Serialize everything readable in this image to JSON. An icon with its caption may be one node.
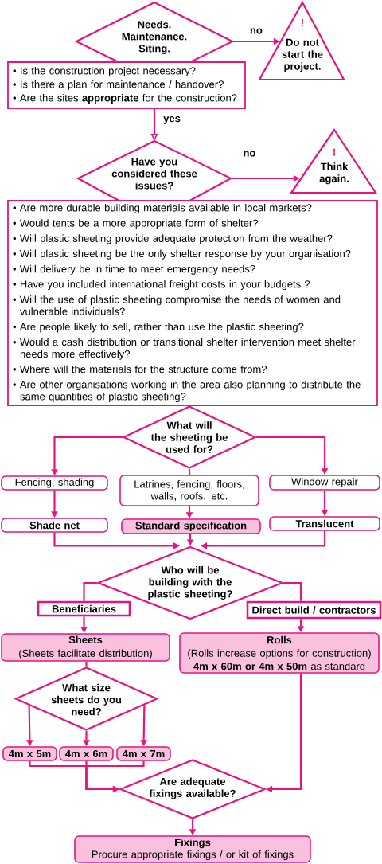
{
  "diagram": {
    "nodes": [
      {
        "text": [
          "Needs. Maintenance. Siting."
        ]
      },
      {
        "text": [
          "• Is the construction project necessary?",
          "• Is there a plan for maintenance / handover?",
          "• Are the sites **appropriate** for the construction?"
        ]
      },
      {
        "text": [
          "!",
          "Do not start the project."
        ]
      },
      {
        "text": [
          "Have you considered these issues?"
        ]
      },
      {
        "text": [
          "• Are more durable building materials available in local markets?",
          "• Would tents be a more appropriate form of shelter?",
          "• Will plastic sheeting provide adequate protection from the weather?",
          "• Will plastic sheeting be the only shelter response by your organisation?",
          "• Will delivery be in time to meet emergency needs?",
          "• Have you included international freight costs in your budgets ?",
          "• Will the use of plastic sheeting compromise the needs of women and vulnerable individuals?",
          "• Are people likely to sell, rather than use the plastic sheeting?",
          "• Would a cash distribution or transitional shelter intervention meet shelter needs more effectively?",
          "• Where will the materials for the structure come from?",
          "• Are other organisations working in the area also planning to distribute the same quantities of plastic sheeting?"
        ]
      },
      {
        "text": [
          "!",
          "Think again."
        ]
      },
      {
        "text": [
          "What will the sheeting be used for?"
        ]
      },
      {
        "text": [
          "Fencing, shading"
        ]
      },
      {
        "text": [
          "Latrines, fencing, floors, walls, roofs. etc."
        ]
      },
      {
        "text": [
          "Window repair"
        ]
      },
      {
        "text": [
          "Shade net"
        ]
      },
      {
        "text": [
          "Standard specification"
        ]
      },
      {
        "text": [
          "Translucent"
        ]
      },
      {
        "text": [
          "Who will be building with the plastic sheeting?"
        ]
      },
      {
        "text": [
          "Beneficiaries"
        ]
      },
      {
        "text": [
          "Direct build / contractors"
        ]
      },
      {
        "text": [
          "Sheets",
          "(Sheets facilitate distribution)"
        ]
      },
      {
        "text": [
          "Rolls",
          "(Rolls increase options for construction)",
          "**4m x 60m or 4m x 50m** as standard"
        ]
      },
      {
        "text": [
          "What size sheets do you need?"
        ]
      },
      {
        "text": [
          "4m x 5m"
        ]
      },
      {
        "text": [
          "4m x 6m"
        ]
      },
      {
        "text": [
          "4m x 7m"
        ]
      },
      {
        "text": [
          "Are adequate fixings available?"
        ]
      },
      {
        "text": [
          "Fixings",
          "Procure appropriate fixings / or kit of fixings"
        ]
      }
    ],
    "edges": [
      {
        "from": 0,
        "to": 2,
        "arrow": "to",
        "label": "no"
      },
      {
        "from": 1,
        "to": 3,
        "arrow": "to",
        "label": "yes"
      },
      {
        "from": 3,
        "to": 5,
        "arrow": "to",
        "label": "no"
      },
      {
        "from": 6,
        "to": 7,
        "arrow": "to"
      },
      {
        "from": 6,
        "to": 8,
        "arrow": "none"
      },
      {
        "from": 6,
        "to": 9,
        "arrow": "to"
      },
      {
        "from": 7,
        "to": 10,
        "arrow": "to"
      },
      {
        "from": 8,
        "to": 11,
        "arrow": "to"
      },
      {
        "from": 9,
        "to": 12,
        "arrow": "to"
      },
      {
        "from": 10,
        "to": 13,
        "arrow": "to"
      },
      {
        "from": 11,
        "to": 13,
        "arrow": "to"
      },
      {
        "from": 12,
        "to": 13,
        "arrow": "to"
      },
      {
        "from": 13,
        "to": 14,
        "arrow": "none"
      },
      {
        "from": 13,
        "to": 15,
        "arrow": "none"
      },
      {
        "from": 14,
        "to": 16,
        "arrow": "to"
      },
      {
        "from": 15,
        "to": 17,
        "arrow": "to"
      },
      {
        "from": 16,
        "to": 18,
        "arrow": "none"
      },
      {
        "from": 18,
        "to": 19,
        "arrow": "to"
      },
      {
        "from": 18,
        "to": 20,
        "arrow": "to"
      },
      {
        "from": 18,
        "to": 21,
        "arrow": "to"
      },
      {
        "from": 19,
        "to": 22,
        "arrow": "to"
      },
      {
        "from": 20,
        "to": 22,
        "arrow": "to"
      },
      {
        "from": 21,
        "to": 22,
        "arrow": "to"
      },
      {
        "from": 17,
        "to": 22,
        "arrow": "to"
      },
      {
        "from": 22,
        "to": 23,
        "arrow": "to"
      }
    ]
  }
}
